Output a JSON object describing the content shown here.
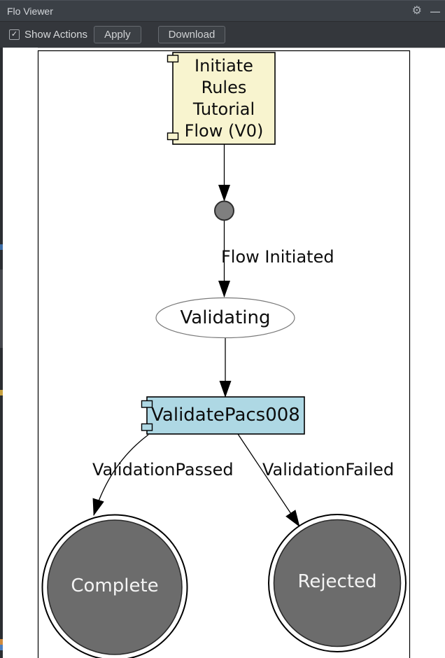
{
  "window": {
    "title": "Flo Viewer",
    "gear_icon": "⚙",
    "minimize_icon": "—"
  },
  "toolbar": {
    "show_actions": {
      "label": "Show Actions",
      "checked": true,
      "check_glyph": "✓"
    },
    "apply_label": "Apply",
    "download_label": "Download"
  },
  "colors": {
    "titlebar_bg": "#3b4046",
    "toolbar_bg": "#34373c",
    "canvas_bg": "#ffffff",
    "task_node_yellow": "#f8f4cf",
    "task_node_blue": "#aed8e4",
    "state_fill": "#ffffff",
    "end_state_fill": "#6c6c6c",
    "start_dot_fill": "#7f7f7f",
    "edge_color": "#000000"
  },
  "diagram": {
    "nodes": [
      {
        "id": "initiate-task",
        "type": "task",
        "label": "Initiate Rules Tutorial Flow (V0)",
        "label_multiline": "Initiate\nRules\nTutorial\nFlow (V0)"
      },
      {
        "id": "start-dot",
        "type": "start",
        "label": ""
      },
      {
        "id": "validating-state",
        "type": "state",
        "label": "Validating"
      },
      {
        "id": "validate-pacs008-task",
        "type": "task",
        "label": "ValidatePacs008"
      },
      {
        "id": "complete-end",
        "type": "end",
        "label": "Complete"
      },
      {
        "id": "rejected-end",
        "type": "end",
        "label": "Rejected"
      }
    ],
    "edges": [
      {
        "from": "initiate-task",
        "to": "start-dot",
        "label": ""
      },
      {
        "from": "start-dot",
        "to": "validating-state",
        "label": "Flow Initiated"
      },
      {
        "from": "validating-state",
        "to": "validate-pacs008-task",
        "label": ""
      },
      {
        "from": "validate-pacs008-task",
        "to": "complete-end",
        "label": "ValidationPassed"
      },
      {
        "from": "validate-pacs008-task",
        "to": "rejected-end",
        "label": "ValidationFailed"
      }
    ]
  }
}
